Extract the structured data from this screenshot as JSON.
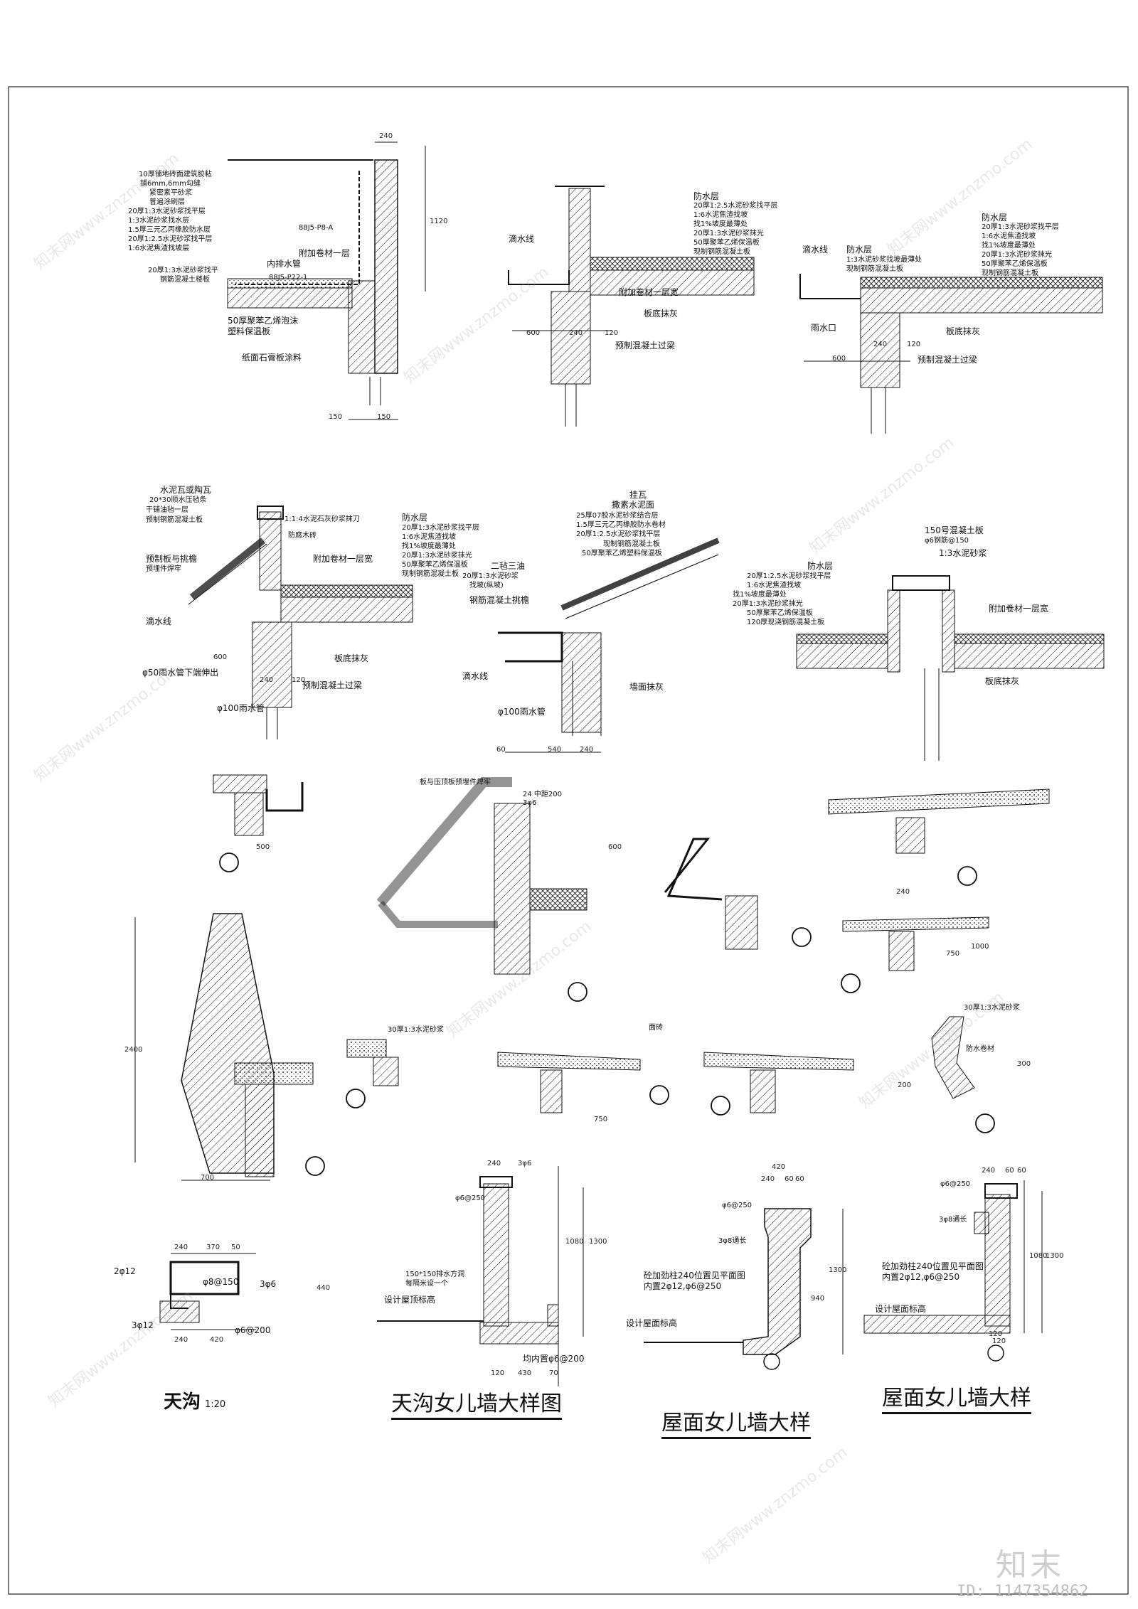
{
  "drawing": {
    "labels_d1": [
      "10厚铺地砖面建筑胶粘",
      "铺6mm,6mm勾缝",
      "紧密素平砂浆",
      "普遍涂刷层",
      "20厚1:3水泥砂浆找平层",
      "1:3水泥砂浆找水层",
      "1.5厚三元乙丙橡胶防水层",
      "20厚1:2.5水泥砂浆找平层",
      "1:6水泥焦渣找坡层",
      "20厚1:3水泥砂浆找平",
      "钢筋混凝土楼板",
      "88J5-P8-A",
      "附加卷材一层",
      "内排水管",
      "88J5-P22-1",
      "50厚聚苯乙烯泡沫",
      "塑料保温板",
      "纸面石膏板涂料",
      "240",
      "1120",
      "150",
      "150"
    ],
    "labels_d2": [
      "防水层",
      "20厚1:2.5水泥砂浆找平层",
      "1:6水泥焦渣找坡",
      "找1%坡度最薄处",
      "20厚1:3水泥砂浆抹光",
      "50厚聚苯乙烯保温板",
      "现制钢筋混凝土板",
      "滴水线",
      "附加卷材一层宽",
      "板底抹灰",
      "预制混凝土过梁",
      "600",
      "240",
      "120"
    ],
    "labels_d3": [
      "防水层",
      "20厚1:3水泥砂浆找平层",
      "1:6水泥焦渣找坡",
      "找1%坡度最薄处",
      "20厚1:3水泥砂浆抹光",
      "50厚聚苯乙烯保温板",
      "现制钢筋混凝土板",
      "滴水线",
      "防水层",
      "1:3水泥砂浆找坡最薄处",
      "现制钢筋混凝土板",
      "雨水口",
      "板底抹灰",
      "预制混凝土过梁",
      "600",
      "240",
      "120"
    ],
    "labels_d4": [
      "水泥瓦或陶瓦",
      "20*30顺水压毡条",
      "干铺油毡一层",
      "预制钢筋混凝土板",
      "1:1:4水泥石灰砂浆抹刀",
      "防水层",
      "20厚1:3水泥砂浆找平层",
      "1:6水泥焦渣找坡",
      "找1%坡度最薄处",
      "20厚1:3水泥砂浆抹光",
      "50厚聚苯乙烯保温板",
      "现制钢筋混凝土板",
      "防腐木砖",
      "附加卷材一层宽",
      "预制板与挑檐",
      "预埋件焊牢",
      "滴水线",
      "φ50雨水管下端伸出",
      "600",
      "240",
      "120",
      "φ100雨水管",
      "板底抹灰",
      "预制混凝土过梁"
    ],
    "labels_d5": [
      "挂瓦",
      "撒素水泥面",
      "25厚07胶水泥砂浆结合层",
      "1.5厚三元乙丙橡胶防水卷材",
      "20厚1:2.5水泥砂浆找平层",
      "现制钢筋混凝土板",
      "50厚聚苯乙烯塑料保温板",
      "二毡三油",
      "20厚1:3水泥砂浆",
      "找坡(纵坡)",
      "钢筋混凝土挑檐",
      "滴水线",
      "墙面抹灰",
      "φ100雨水管",
      "60",
      "540",
      "240"
    ],
    "labels_d6": [
      "150号混凝土板",
      "φ6钢筋@150",
      "1:3水泥砂浆",
      "防水层",
      "20厚1:2.5水泥砂浆找平层",
      "1:6水泥焦渣找坡",
      "找1%坡度最薄处",
      "20厚1:3水泥砂浆抹光",
      "50厚聚苯乙烯保温板",
      "120厚现浇钢筋混凝土板",
      "附加卷材一层宽",
      "板底抹灰"
    ],
    "labels_mid": [
      "板与压顶板预埋件焊牢",
      "24 中距200",
      "3φ6",
      "600",
      "500",
      "700",
      "750",
      "750",
      "2400",
      "30厚1:3水泥砂浆",
      "面砖",
      "30厚1:3水泥砂浆",
      "防水卷材",
      "240",
      "1000",
      "300",
      "200"
    ],
    "labels_bot": [
      "240",
      "370",
      "50",
      "2φ12",
      "φ8@150",
      "3φ6",
      "3φ12",
      "φ6@200",
      "240",
      "420",
      "440",
      "240",
      "3φ6",
      "150*150排水方洞",
      "每隔米设一个",
      "设计屋顶标高",
      "φ6@250",
      "均内置φ6@200",
      "1080",
      "1300",
      "120",
      "430",
      "70",
      "420",
      "240",
      "60",
      "60",
      "φ6@250",
      "3φ8通长",
      "砼加劲柱240位置见平面图",
      "内置2φ12,φ6@250",
      "设计屋面标高",
      "940",
      "1300",
      "120",
      "240",
      "60",
      "60",
      "φ6@250",
      "3φ8通长",
      "砼加劲柱240位置见平面图",
      "内置2φ12,φ6@250",
      "设计屋面标高",
      "1080",
      "1300",
      "120"
    ],
    "title_gutter": "天沟",
    "title_gutter_scale": "1:20",
    "title_gutter_parapet": "天沟女儿墙大样图",
    "title_roof_parapet_1": "屋面女儿墙大样",
    "title_roof_parapet_2": "屋面女儿墙大样"
  },
  "brand": {
    "logo": "知末",
    "id": "ID: 1147354862",
    "watermark": "知末网www.znzmo.com"
  }
}
